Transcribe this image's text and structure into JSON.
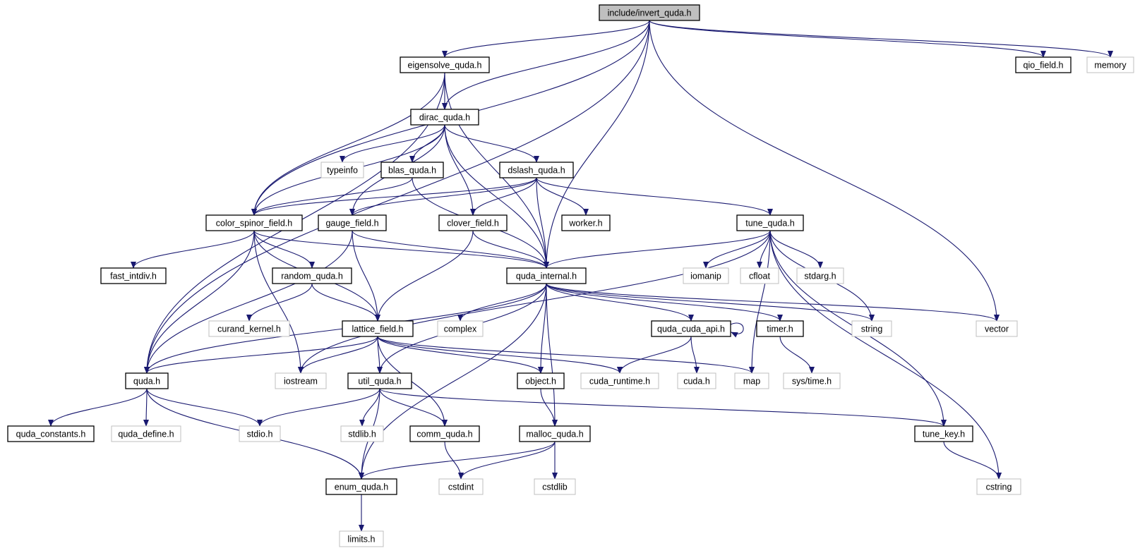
{
  "colors": {
    "edge": "#191970",
    "node_border": "#000000",
    "external_border": "#bfbfbf",
    "root_fill": "#bfbfbf",
    "text": "#000000",
    "external_text": "#000000"
  },
  "nodes": [
    {
      "id": "invert_quda",
      "label": "include/invert_quda.h",
      "kind": "root"
    },
    {
      "id": "eigensolve_quda",
      "label": "eigensolve_quda.h",
      "kind": "internal"
    },
    {
      "id": "qio_field",
      "label": "qio_field.h",
      "kind": "internal"
    },
    {
      "id": "memory",
      "label": "memory",
      "kind": "external"
    },
    {
      "id": "dirac_quda",
      "label": "dirac_quda.h",
      "kind": "internal"
    },
    {
      "id": "typeinfo",
      "label": "typeinfo",
      "kind": "external"
    },
    {
      "id": "blas_quda",
      "label": "blas_quda.h",
      "kind": "internal"
    },
    {
      "id": "dslash_quda",
      "label": "dslash_quda.h",
      "kind": "internal"
    },
    {
      "id": "color_spinor_field",
      "label": "color_spinor_field.h",
      "kind": "internal"
    },
    {
      "id": "gauge_field",
      "label": "gauge_field.h",
      "kind": "internal"
    },
    {
      "id": "clover_field",
      "label": "clover_field.h",
      "kind": "internal"
    },
    {
      "id": "worker",
      "label": "worker.h",
      "kind": "internal"
    },
    {
      "id": "tune_quda",
      "label": "tune_quda.h",
      "kind": "internal"
    },
    {
      "id": "fast_intdiv",
      "label": "fast_intdiv.h",
      "kind": "internal"
    },
    {
      "id": "random_quda",
      "label": "random_quda.h",
      "kind": "internal"
    },
    {
      "id": "quda_internal",
      "label": "quda_internal.h",
      "kind": "internal"
    },
    {
      "id": "iomanip",
      "label": "iomanip",
      "kind": "external"
    },
    {
      "id": "cfloat",
      "label": "cfloat",
      "kind": "external"
    },
    {
      "id": "stdarg",
      "label": "stdarg.h",
      "kind": "external"
    },
    {
      "id": "curand_kernel",
      "label": "curand_kernel.h",
      "kind": "external"
    },
    {
      "id": "lattice_field",
      "label": "lattice_field.h",
      "kind": "internal"
    },
    {
      "id": "complex",
      "label": "complex",
      "kind": "external"
    },
    {
      "id": "quda_cuda_api",
      "label": "quda_cuda_api.h",
      "kind": "internal"
    },
    {
      "id": "timer",
      "label": "timer.h",
      "kind": "internal"
    },
    {
      "id": "string",
      "label": "string",
      "kind": "external"
    },
    {
      "id": "vector",
      "label": "vector",
      "kind": "external"
    },
    {
      "id": "quda",
      "label": "quda.h",
      "kind": "internal"
    },
    {
      "id": "iostream",
      "label": "iostream",
      "kind": "external"
    },
    {
      "id": "util_quda",
      "label": "util_quda.h",
      "kind": "internal"
    },
    {
      "id": "object",
      "label": "object.h",
      "kind": "internal"
    },
    {
      "id": "cuda_runtime",
      "label": "cuda_runtime.h",
      "kind": "external"
    },
    {
      "id": "cuda",
      "label": "cuda.h",
      "kind": "external"
    },
    {
      "id": "map",
      "label": "map",
      "kind": "external"
    },
    {
      "id": "sys_time",
      "label": "sys/time.h",
      "kind": "external"
    },
    {
      "id": "quda_constants",
      "label": "quda_constants.h",
      "kind": "internal"
    },
    {
      "id": "quda_define",
      "label": "quda_define.h",
      "kind": "external"
    },
    {
      "id": "stdio",
      "label": "stdio.h",
      "kind": "external"
    },
    {
      "id": "stdlib",
      "label": "stdlib.h",
      "kind": "external"
    },
    {
      "id": "comm_quda",
      "label": "comm_quda.h",
      "kind": "internal"
    },
    {
      "id": "malloc_quda",
      "label": "malloc_quda.h",
      "kind": "internal"
    },
    {
      "id": "tune_key",
      "label": "tune_key.h",
      "kind": "internal"
    },
    {
      "id": "enum_quda",
      "label": "enum_quda.h",
      "kind": "internal"
    },
    {
      "id": "cstdint",
      "label": "cstdint",
      "kind": "external"
    },
    {
      "id": "cstdlib",
      "label": "cstdlib",
      "kind": "external"
    },
    {
      "id": "cstring",
      "label": "cstring",
      "kind": "external"
    },
    {
      "id": "limits",
      "label": "limits.h",
      "kind": "external"
    }
  ],
  "edges": [
    [
      "invert_quda",
      "eigensolve_quda"
    ],
    [
      "invert_quda",
      "qio_field"
    ],
    [
      "invert_quda",
      "memory"
    ],
    [
      "invert_quda",
      "dirac_quda"
    ],
    [
      "invert_quda",
      "color_spinor_field"
    ],
    [
      "invert_quda",
      "quda_internal"
    ],
    [
      "invert_quda",
      "quda"
    ],
    [
      "invert_quda",
      "vector"
    ],
    [
      "eigensolve_quda",
      "dirac_quda"
    ],
    [
      "eigensolve_quda",
      "color_spinor_field"
    ],
    [
      "eigensolve_quda",
      "quda_internal"
    ],
    [
      "eigensolve_quda",
      "quda"
    ],
    [
      "dirac_quda",
      "typeinfo"
    ],
    [
      "dirac_quda",
      "blas_quda"
    ],
    [
      "dirac_quda",
      "dslash_quda"
    ],
    [
      "dirac_quda",
      "color_spinor_field"
    ],
    [
      "dirac_quda",
      "gauge_field"
    ],
    [
      "dirac_quda",
      "clover_field"
    ],
    [
      "dirac_quda",
      "quda_internal"
    ],
    [
      "blas_quda",
      "color_spinor_field"
    ],
    [
      "blas_quda",
      "quda_internal"
    ],
    [
      "dslash_quda",
      "color_spinor_field"
    ],
    [
      "dslash_quda",
      "gauge_field"
    ],
    [
      "dslash_quda",
      "clover_field"
    ],
    [
      "dslash_quda",
      "worker"
    ],
    [
      "dslash_quda",
      "tune_quda"
    ],
    [
      "dslash_quda",
      "quda_internal"
    ],
    [
      "color_spinor_field",
      "fast_intdiv"
    ],
    [
      "color_spinor_field",
      "random_quda"
    ],
    [
      "color_spinor_field",
      "quda_internal"
    ],
    [
      "color_spinor_field",
      "lattice_field"
    ],
    [
      "color_spinor_field",
      "quda"
    ],
    [
      "color_spinor_field",
      "iostream"
    ],
    [
      "gauge_field",
      "quda_internal"
    ],
    [
      "gauge_field",
      "lattice_field"
    ],
    [
      "gauge_field",
      "quda"
    ],
    [
      "clover_field",
      "quda_internal"
    ],
    [
      "clover_field",
      "lattice_field"
    ],
    [
      "tune_quda",
      "quda_internal"
    ],
    [
      "tune_quda",
      "iomanip"
    ],
    [
      "tune_quda",
      "cfloat"
    ],
    [
      "tune_quda",
      "stdarg"
    ],
    [
      "tune_quda",
      "string"
    ],
    [
      "tune_quda",
      "map"
    ],
    [
      "tune_quda",
      "tune_key"
    ],
    [
      "tune_quda",
      "cstring"
    ],
    [
      "tune_quda",
      "iostream"
    ],
    [
      "random_quda",
      "curand_kernel"
    ],
    [
      "random_quda",
      "lattice_field"
    ],
    [
      "quda_internal",
      "complex"
    ],
    [
      "quda_internal",
      "quda_cuda_api"
    ],
    [
      "quda_internal",
      "timer"
    ],
    [
      "quda_internal",
      "string"
    ],
    [
      "quda_internal",
      "vector"
    ],
    [
      "quda_internal",
      "quda"
    ],
    [
      "quda_internal",
      "util_quda"
    ],
    [
      "quda_internal",
      "object"
    ],
    [
      "quda_internal",
      "malloc_quda"
    ],
    [
      "quda_internal",
      "enum_quda"
    ],
    [
      "lattice_field",
      "quda"
    ],
    [
      "lattice_field",
      "iostream"
    ],
    [
      "lattice_field",
      "util_quda"
    ],
    [
      "lattice_field",
      "object"
    ],
    [
      "lattice_field",
      "cuda_runtime"
    ],
    [
      "lattice_field",
      "map"
    ],
    [
      "lattice_field",
      "comm_quda"
    ],
    [
      "quda_cuda_api",
      "quda_cuda_api"
    ],
    [
      "quda_cuda_api",
      "cuda_runtime"
    ],
    [
      "quda_cuda_api",
      "cuda"
    ],
    [
      "timer",
      "sys_time"
    ],
    [
      "quda",
      "quda_constants"
    ],
    [
      "quda",
      "quda_define"
    ],
    [
      "quda",
      "stdio"
    ],
    [
      "quda",
      "enum_quda"
    ],
    [
      "util_quda",
      "stdio"
    ],
    [
      "util_quda",
      "stdlib"
    ],
    [
      "util_quda",
      "comm_quda"
    ],
    [
      "util_quda",
      "enum_quda"
    ],
    [
      "util_quda",
      "tune_key"
    ],
    [
      "object",
      "malloc_quda"
    ],
    [
      "comm_quda",
      "cstdint"
    ],
    [
      "malloc_quda",
      "enum_quda"
    ],
    [
      "malloc_quda",
      "cstdint"
    ],
    [
      "malloc_quda",
      "cstdlib"
    ],
    [
      "tune_key",
      "cstring"
    ],
    [
      "enum_quda",
      "limits"
    ]
  ]
}
